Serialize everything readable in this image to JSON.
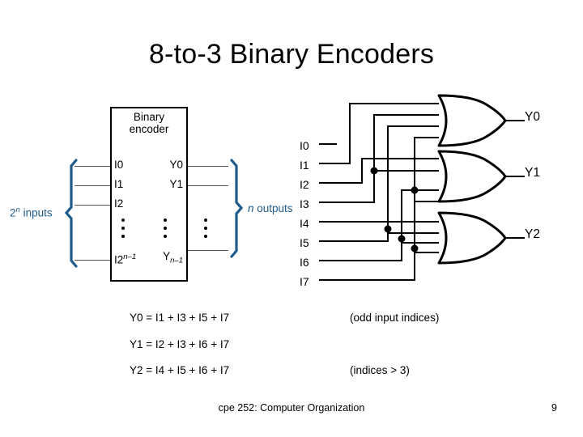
{
  "slide": {
    "title": "8-to-3 Binary Encoders"
  },
  "block_diagram": {
    "box_title_line1": "Binary",
    "box_title_line2": "encoder",
    "inputs": [
      "I0",
      "I1",
      "I2"
    ],
    "input_last_base": "I2",
    "input_last_sup": "n–1",
    "outputs": [
      "Y0",
      "Y1"
    ],
    "output_last_base": "Y",
    "output_last_sub": "n–1",
    "left_brace_label_base": "2",
    "left_brace_label_sup": "n",
    "left_brace_label_rest": " inputs",
    "right_brace_label_italic": "n",
    "right_brace_label_rest": " outputs",
    "brace_color": "#1F5C8B",
    "box_border_color": "#000000",
    "wire_color": "#555555"
  },
  "gate_diagram": {
    "inputs": [
      "I0",
      "I1",
      "I2",
      "I3",
      "I4",
      "I5",
      "I6",
      "I7"
    ],
    "outputs": [
      "Y0",
      "Y1",
      "Y2"
    ],
    "gates": [
      {
        "name": "or-gate-y0",
        "output": "Y0",
        "input_sources": [
          "I1",
          "I3",
          "I5",
          "I7"
        ]
      },
      {
        "name": "or-gate-y1",
        "output": "Y1",
        "input_sources": [
          "I2",
          "I3",
          "I6",
          "I7"
        ]
      },
      {
        "name": "or-gate-y2",
        "output": "Y2",
        "input_sources": [
          "I4",
          "I5",
          "I6",
          "I7"
        ]
      }
    ],
    "junction_count": 5,
    "line_color": "#000000"
  },
  "equations": [
    {
      "text": "Y0 = I1 + I3 + I5 + I7",
      "note": "(odd input indices)"
    },
    {
      "text": "Y1 = I2 + I3 + I6 + I7",
      "note": ""
    },
    {
      "text": "Y2 = I4 + I5 + I6 + I7",
      "note": "(indices > 3)"
    }
  ],
  "footer": {
    "course": "cpe 252: Computer Organization",
    "page": "9"
  }
}
